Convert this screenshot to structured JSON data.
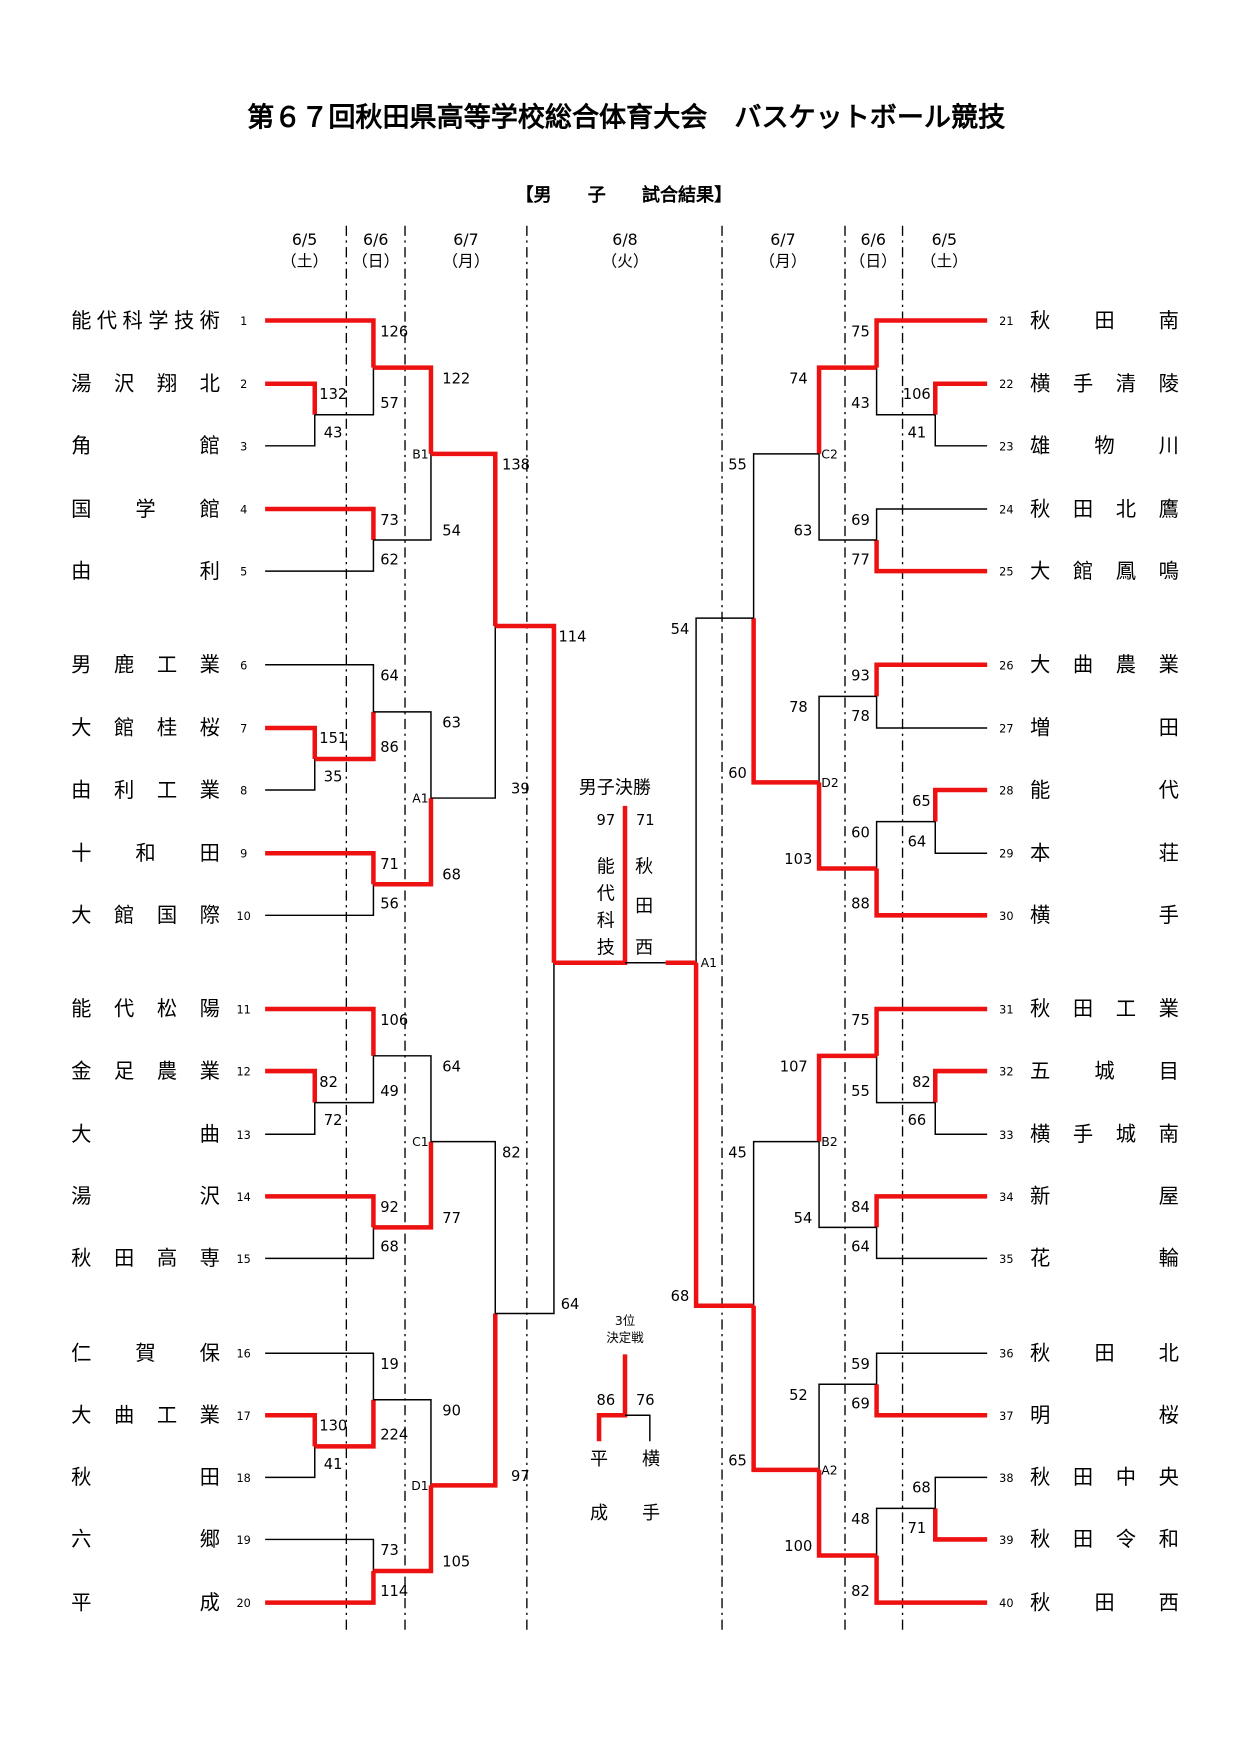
{
  "title": "第６７回秋田県高等学校総合体育大会　バスケットボール競技",
  "subtitle": "【男　　子　　試合結果】",
  "dates_left": [
    {
      "date": "6/5",
      "day": "（土）"
    },
    {
      "date": "6/6",
      "day": "（日）"
    },
    {
      "date": "6/7",
      "day": "（月）"
    }
  ],
  "date_center": {
    "date": "6/8",
    "day": "（火）"
  },
  "dates_right": [
    {
      "date": "6/7",
      "day": "（月）"
    },
    {
      "date": "6/6",
      "day": "（日）"
    },
    {
      "date": "6/5",
      "day": "（土）"
    }
  ],
  "colors": {
    "winner_line": "#ee1111",
    "loser_line": "#000000"
  },
  "teams_left": [
    {
      "seed": "1",
      "chars": [
        "能",
        "代",
        "科",
        "学",
        "技",
        "術"
      ]
    },
    {
      "seed": "2",
      "chars": [
        "湯",
        "沢",
        "翔",
        "北"
      ]
    },
    {
      "seed": "3",
      "chars": [
        "角",
        "",
        "",
        "館"
      ]
    },
    {
      "seed": "4",
      "chars": [
        "国",
        "学",
        "館"
      ]
    },
    {
      "seed": "5",
      "chars": [
        "由",
        "",
        "",
        "利"
      ]
    },
    {
      "seed": "6",
      "chars": [
        "男",
        "鹿",
        "工",
        "業"
      ]
    },
    {
      "seed": "7",
      "chars": [
        "大",
        "館",
        "桂",
        "桜"
      ]
    },
    {
      "seed": "8",
      "chars": [
        "由",
        "利",
        "工",
        "業"
      ]
    },
    {
      "seed": "9",
      "chars": [
        "十",
        "和",
        "田"
      ]
    },
    {
      "seed": "10",
      "chars": [
        "大",
        "館",
        "国",
        "際"
      ]
    },
    {
      "seed": "11",
      "chars": [
        "能",
        "代",
        "松",
        "陽"
      ]
    },
    {
      "seed": "12",
      "chars": [
        "金",
        "足",
        "農",
        "業"
      ]
    },
    {
      "seed": "13",
      "chars": [
        "大",
        "",
        "",
        "曲"
      ]
    },
    {
      "seed": "14",
      "chars": [
        "湯",
        "",
        "",
        "沢"
      ]
    },
    {
      "seed": "15",
      "chars": [
        "秋",
        "田",
        "高",
        "専"
      ]
    },
    {
      "seed": "16",
      "chars": [
        "仁",
        "賀",
        "保"
      ]
    },
    {
      "seed": "17",
      "chars": [
        "大",
        "曲",
        "工",
        "業"
      ]
    },
    {
      "seed": "18",
      "chars": [
        "秋",
        "",
        "",
        "田"
      ]
    },
    {
      "seed": "19",
      "chars": [
        "六",
        "",
        "",
        "郷"
      ]
    },
    {
      "seed": "20",
      "chars": [
        "平",
        "",
        "",
        "成"
      ]
    }
  ],
  "teams_right": [
    {
      "seed": "21",
      "chars": [
        "秋",
        "田",
        "南"
      ]
    },
    {
      "seed": "22",
      "chars": [
        "横",
        "手",
        "清",
        "陵"
      ]
    },
    {
      "seed": "23",
      "chars": [
        "雄",
        "物",
        "川"
      ]
    },
    {
      "seed": "24",
      "chars": [
        "秋",
        "田",
        "北",
        "鷹"
      ]
    },
    {
      "seed": "25",
      "chars": [
        "大",
        "館",
        "鳳",
        "鳴"
      ]
    },
    {
      "seed": "26",
      "chars": [
        "大",
        "曲",
        "農",
        "業"
      ]
    },
    {
      "seed": "27",
      "chars": [
        "増",
        "",
        "",
        "田"
      ]
    },
    {
      "seed": "28",
      "chars": [
        "能",
        "",
        "",
        "代"
      ]
    },
    {
      "seed": "29",
      "chars": [
        "本",
        "",
        "",
        "荘"
      ]
    },
    {
      "seed": "30",
      "chars": [
        "横",
        "",
        "",
        "手"
      ]
    },
    {
      "seed": "31",
      "chars": [
        "秋",
        "田",
        "工",
        "業"
      ]
    },
    {
      "seed": "32",
      "chars": [
        "五",
        "城",
        "目"
      ]
    },
    {
      "seed": "33",
      "chars": [
        "横",
        "手",
        "城",
        "南"
      ]
    },
    {
      "seed": "34",
      "chars": [
        "新",
        "",
        "",
        "屋"
      ]
    },
    {
      "seed": "35",
      "chars": [
        "花",
        "",
        "",
        "輪"
      ]
    },
    {
      "seed": "36",
      "chars": [
        "秋",
        "田",
        "北"
      ]
    },
    {
      "seed": "37",
      "chars": [
        "明",
        "",
        "",
        "桜"
      ]
    },
    {
      "seed": "38",
      "chars": [
        "秋",
        "田",
        "中",
        "央"
      ]
    },
    {
      "seed": "39",
      "chars": [
        "秋",
        "田",
        "令",
        "和"
      ]
    },
    {
      "seed": "40",
      "chars": [
        "秋",
        "田",
        "西"
      ]
    }
  ],
  "scores_left": {
    "r1": [
      [
        "132",
        "43"
      ],
      [
        "151",
        "35"
      ],
      [
        "82",
        "72"
      ],
      [
        "130",
        "41"
      ]
    ],
    "r2": [
      [
        "126",
        "57"
      ],
      [
        "73",
        "62"
      ],
      [
        "64",
        "86"
      ],
      [
        "71",
        "56"
      ],
      [
        "106",
        "49"
      ],
      [
        "92",
        "68"
      ],
      [
        "19",
        "224"
      ],
      [
        "73",
        "114"
      ]
    ],
    "r3": [
      [
        "122",
        "54"
      ],
      [
        "63",
        "68"
      ],
      [
        "64",
        "77"
      ],
      [
        "90",
        "105"
      ]
    ],
    "r4": [
      [
        "138",
        "39"
      ],
      [
        "82",
        "97"
      ]
    ],
    "r5": [
      [
        "114",
        "64"
      ]
    ]
  },
  "scores_right": {
    "r1": [
      [
        "106",
        "41"
      ],
      [
        "65",
        "64"
      ],
      [
        "82",
        "66"
      ],
      [
        "68",
        "71"
      ]
    ],
    "r2": [
      [
        "75",
        "43"
      ],
      [
        "69",
        "77"
      ],
      [
        "93",
        "78"
      ],
      [
        "60",
        "88"
      ],
      [
        "75",
        "55"
      ],
      [
        "84",
        "64"
      ],
      [
        "59",
        "69"
      ],
      [
        "48",
        "82"
      ]
    ],
    "r3": [
      [
        "74",
        "63"
      ],
      [
        "78",
        "103"
      ],
      [
        "107",
        "54"
      ],
      [
        "52",
        "100"
      ]
    ],
    "r4": [
      [
        "55",
        "60"
      ],
      [
        "45",
        "65"
      ]
    ],
    "r5": [
      [
        "54",
        "68"
      ]
    ]
  },
  "game_labels_left": [
    "B1",
    "A1",
    "C1",
    "D1"
  ],
  "game_labels_right": [
    "C2",
    "D2",
    "B2",
    "A2"
  ],
  "final_label": "A1",
  "final": {
    "heading": "男子決勝",
    "left_score": "97",
    "right_score": "71",
    "left_team_chars": [
      "能",
      "代",
      "科",
      "技"
    ],
    "right_team_chars": [
      "秋",
      "田",
      "西"
    ]
  },
  "third_place": {
    "heading_line1": "3位",
    "heading_line2": "決定戦",
    "left_score": "86",
    "right_score": "76",
    "left_team_chars": [
      "平",
      "成"
    ],
    "right_team_chars": [
      "横",
      "手"
    ]
  }
}
